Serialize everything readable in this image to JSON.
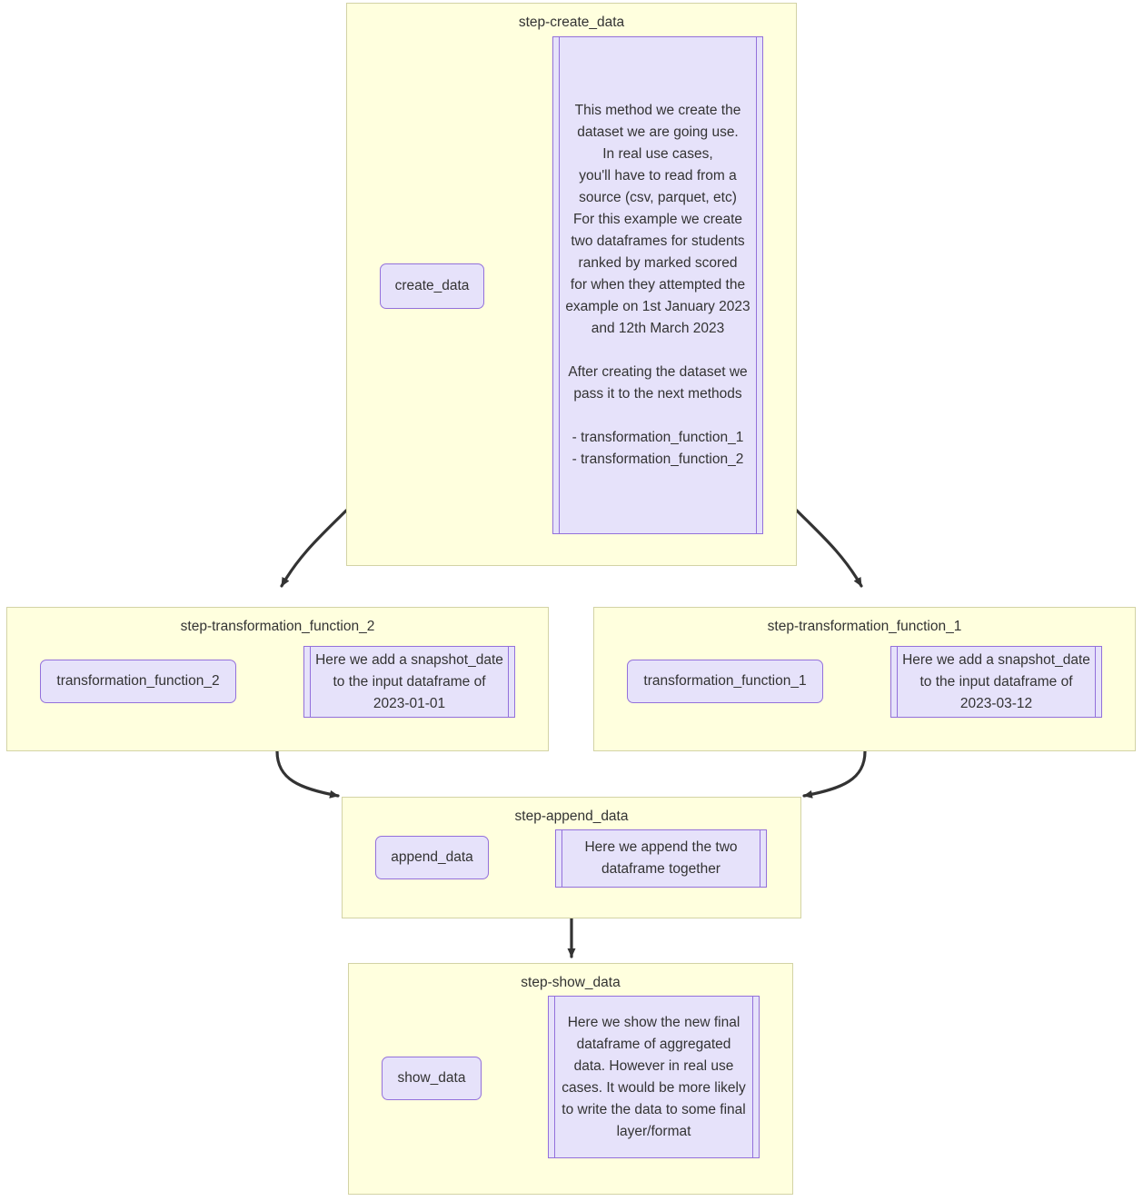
{
  "diagram": {
    "type": "flowchart",
    "title": "",
    "clusters": [
      {
        "id": "step-create_data",
        "label": "step-create_data",
        "node": {
          "id": "create_data",
          "label": "create_data"
        },
        "note": {
          "id": "note-create_data",
          "text": "This method we create the dataset we are going use.\nIn real use cases,\nyou'll have to read from a source (csv, parquet, etc)\nFor this example we create two dataframes for students ranked by marked scored\nfor when they attempted the example on 1st January 2023 and 12th March 2023\n\nAfter creating the dataset we pass it to the next methods\n\n- transformation_function_1\n- transformation_function_2"
        }
      },
      {
        "id": "step-transformation_function_2",
        "label": "step-transformation_function_2",
        "node": {
          "id": "transformation_function_2",
          "label": "transformation_function_2"
        },
        "note": {
          "id": "note-transformation_function_2",
          "text": "Here we add a snapshot_date to the input dataframe of 2023-01-01"
        }
      },
      {
        "id": "step-transformation_function_1",
        "label": "step-transformation_function_1",
        "node": {
          "id": "transformation_function_1",
          "label": "transformation_function_1"
        },
        "note": {
          "id": "note-transformation_function_1",
          "text": "Here we add a snapshot_date to the input dataframe of 2023-03-12"
        }
      },
      {
        "id": "step-append_data",
        "label": "step-append_data",
        "node": {
          "id": "append_data",
          "label": "append_data"
        },
        "note": {
          "id": "note-append_data",
          "text": "Here we append the two dataframe together"
        }
      },
      {
        "id": "step-show_data",
        "label": "step-show_data",
        "node": {
          "id": "show_data",
          "label": "show_data"
        },
        "note": {
          "id": "note-show_data",
          "text": "Here we show the new final dataframe of aggregated data. However in real use cases. It would be more likely to write the data to some final layer/format"
        }
      }
    ],
    "edges": [
      {
        "from": "step-create_data",
        "to": "step-transformation_function_2",
        "label": ""
      },
      {
        "from": "step-create_data",
        "to": "step-transformation_function_1",
        "label": ""
      },
      {
        "from": "step-transformation_function_2",
        "to": "step-append_data",
        "label": ""
      },
      {
        "from": "step-transformation_function_1",
        "to": "step-append_data",
        "label": ""
      },
      {
        "from": "step-append_data",
        "to": "step-show_data",
        "label": ""
      }
    ],
    "colors": {
      "cluster_fill": "#ffffde",
      "cluster_stroke": "#d3d3a5",
      "node_fill": "#e6e2fa",
      "node_stroke": "#9370db",
      "note_fill": "#e6e2fa",
      "note_stroke": "#9370db",
      "edge_stroke": "#333333",
      "text": "#333333",
      "background": "#ffffff"
    }
  }
}
